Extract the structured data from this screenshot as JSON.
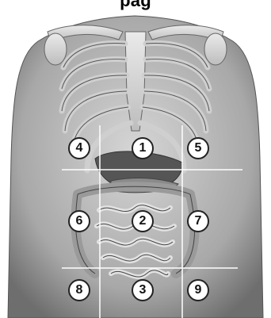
{
  "header": {
    "partial_title": "pag"
  },
  "regions": [
    {
      "id": "region-1",
      "label": "1"
    },
    {
      "id": "region-2",
      "label": "2"
    },
    {
      "id": "region-3",
      "label": "3"
    },
    {
      "id": "region-4",
      "label": "4"
    },
    {
      "id": "region-5",
      "label": "5"
    },
    {
      "id": "region-6",
      "label": "6"
    },
    {
      "id": "region-7",
      "label": "7"
    },
    {
      "id": "region-8",
      "label": "8"
    },
    {
      "id": "region-9",
      "label": "9"
    }
  ]
}
